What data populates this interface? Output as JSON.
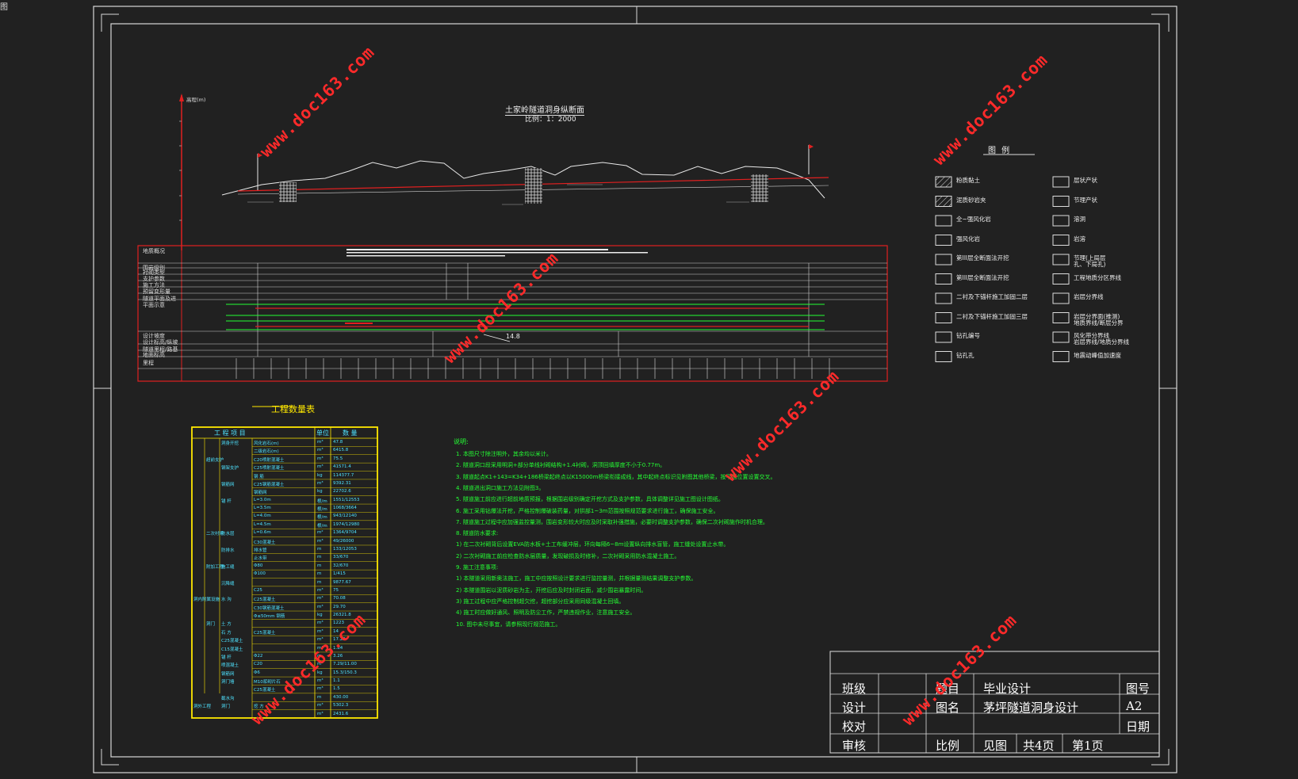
{
  "corner_glyph": "图",
  "profile": {
    "title": "土家岭隧道洞身纵断面",
    "scale": "比例：1：2000",
    "elev_label": "高程(m)",
    "dist_label": "14.8"
  },
  "rows": [
    "地质概况",
    "围岩级别",
    "衬砌类型",
    "支护参数",
    "施工方法",
    "预留变形量",
    "隧道平面及进",
    "平面示意",
    "设计坡度",
    "设计标高/纵坡",
    "隧道里程/路基",
    "地面标高",
    "里程"
  ],
  "legend": {
    "title": "图  例",
    "items": [
      "粉质黏土",
      "泥质砂岩夹",
      "全~强风化岩",
      "强风化岩",
      "第III层全断面法开挖",
      "第III层全断面法开挖",
      "二衬及下锚杆施工加固二层",
      "二衬及下锚杆施工加固三层",
      "钻孔编号",
      "钻孔孔",
      "层状产状",
      "节理产状",
      "溶洞",
      "岩溶",
      "节理(上局层\n孔、下局孔)",
      "工程地质分区界线",
      "岩层分界线",
      "岩层分界面(推测)\n地质界线/断层分界",
      "风化带分界线\n岩层界线/地质分界线",
      "地震动峰值加速度"
    ]
  },
  "quantity_table": {
    "title": "工程数量表",
    "header": [
      "工   程   项   目",
      "单位",
      "数   量"
    ],
    "rows": [
      [
        "",
        "",
        "洞身开挖",
        "风化岩石(m)",
        "m³",
        "47.8"
      ],
      [
        "",
        "",
        "",
        "二级岩石(m)",
        "m³",
        "6415.8"
      ],
      [
        "",
        "超前支护",
        "",
        "C20喷射混凝土",
        "m³",
        "75.5"
      ],
      [
        "",
        "",
        "钢架支护",
        "C25喷射混凝土",
        "m³",
        "41571.4"
      ],
      [
        "",
        "",
        "",
        "钢 筋",
        "kg",
        "114377.7"
      ],
      [
        "",
        "",
        "钢筋网",
        "C25钢筋混凝土",
        "m³",
        "9392.31"
      ],
      [
        "",
        "",
        "",
        "钢筋网",
        "kg",
        "22702.6"
      ],
      [
        "",
        "",
        "锚 杆",
        "L=3.0m",
        "根/m",
        "1551/12553"
      ],
      [
        "",
        "",
        "",
        "L=3.5m",
        "根/m",
        "1068/3664"
      ],
      [
        "",
        "",
        "",
        "L=4.0m",
        "根/m",
        "943/12140"
      ],
      [
        "",
        "",
        "",
        "L=4.5m",
        "根/m",
        "1974/12980"
      ],
      [
        "",
        "二次衬砌",
        "防水层",
        "L=0.6m",
        "m²",
        "1364/9704"
      ],
      [
        "",
        "",
        "",
        "C30混凝土",
        "m³",
        "49/26000"
      ],
      [
        "",
        "",
        "防排水",
        "排水管",
        "m",
        "133/12053"
      ],
      [
        "",
        "",
        "",
        "止水带",
        "m",
        "33/670"
      ],
      [
        "",
        "附加工程",
        "施工缝",
        "Φ80",
        "m",
        "32/670"
      ],
      [
        "",
        "",
        "",
        "Φ100",
        "m",
        "1/415"
      ],
      [
        "",
        "",
        "沉降缝",
        "",
        "m",
        "9877.67"
      ],
      [
        "",
        "",
        "",
        "C25",
        "m³",
        "75"
      ],
      [
        "洞内附属设施",
        "",
        "水 沟",
        "C25混凝土",
        "m³",
        "70.08"
      ],
      [
        "",
        "",
        "",
        "C30钢筋混凝土",
        "m³",
        "29.70"
      ],
      [
        "",
        "",
        "",
        "Φ≤50mm 钢筋",
        "kg",
        "26321.8"
      ],
      [
        "",
        "洞门",
        "土 方",
        "",
        "m³",
        "1223"
      ],
      [
        "",
        "",
        "石 方",
        "C25混凝土",
        "m³",
        "14"
      ],
      [
        "",
        "",
        "C25混凝土",
        "",
        "m³",
        "17.22"
      ],
      [
        "",
        "",
        "C15混凝土",
        "",
        "m³",
        "1.84"
      ],
      [
        "",
        "",
        "锚 杆",
        "Φ22",
        "m",
        "3.26"
      ],
      [
        "",
        "",
        "喷混凝土",
        "C20",
        "m²",
        "7.29/11.00"
      ],
      [
        "",
        "",
        "钢筋网",
        "Φ6",
        "kg",
        "15.3/150.3"
      ],
      [
        "",
        "",
        "洞门墙",
        "M10浆砌片石",
        "m³",
        "1.1"
      ],
      [
        "",
        "",
        "",
        "C25混凝土",
        "m³",
        "1.5"
      ],
      [
        "",
        "",
        "截水沟",
        "",
        "m",
        "430.00"
      ],
      [
        "洞外工程",
        "",
        "洞门",
        "挖 方",
        "m³",
        "5302.3"
      ],
      [
        "",
        "",
        "",
        "",
        "m³",
        "2431.6"
      ]
    ]
  },
  "notes": {
    "title": "说明:",
    "lines": [
      "1. 本图尺寸除注明外，其余均以米计。",
      "2. 隧道洞口段采用明洞+部分单线衬砌结构+1.4衬砌，洞顶回填厚度不小于0.77m。",
      "3. 隧道起点K1+143=K34+186桥梁起终点以K15000m桥梁衔接成线，其中起终点标识见附图其他桥梁，按平面位置设置交叉。",
      "4. 隧道进出洞口施工方法见附图3。",
      "5. 隧道施工前应进行超前地质预报，根据围岩级别确定开挖方式及支护参数，具体调整详见施工图设计图纸。",
      "6. 施工采用钻爆法开挖，严格控制爆破装药量，对拱部1~3m范围按照规范要求进行施工，确保施工安全。",
      "7. 隧道施工过程中应加强监控量测，围岩变形较大时应及时采取补强措施，必要时调整支护参数，确保二次衬砌施作时机合理。",
      "8. 隧道防水要求:",
      "1) 在二次衬砌背后设置EVA防水板+土工布缓冲层，环向每隔6~8m设置纵向排水盲管，施工缝处设置止水带。",
      "2) 二次衬砌施工前应检查防水层质量，发现破损及时修补，二次衬砌采用防水混凝土施工。",
      "9. 施工注意事项:",
      "1) 本隧道采用新奥法施工，施工中应按照设计要求进行监控量测，并根据量测结果调整支护参数。",
      "2) 本隧道围岩以泥质砂岩为主，开挖后应及时封闭岩面，减少围岩暴露时间。",
      "3) 施工过程中应严格控制超欠挖，超挖部分应采用同级混凝土回填。",
      "4) 施工时应做好通风、照明及防尘工作，严禁违规作业，注意施工安全。",
      "10. 图中未尽事宜，请参照现行规范施工。"
    ]
  },
  "title_block": {
    "r1": [
      "班级",
      "",
      "题目",
      "毕业设计",
      "图号"
    ],
    "r2": [
      "设计",
      "",
      "图名",
      "茅坪隧道洞身设计",
      "A2"
    ],
    "r3": [
      "校对",
      "",
      "",
      "",
      "日期"
    ],
    "r4": [
      "审核",
      "",
      "比例",
      "见图",
      "共4页",
      "第1页"
    ]
  },
  "watermark": "www.doc163.com",
  "colors": {
    "frame": "#d8d8d8",
    "red": "#e02020",
    "green": "#24ff34",
    "yellow": "#ffe800",
    "cyan": "#4fe3ff"
  }
}
